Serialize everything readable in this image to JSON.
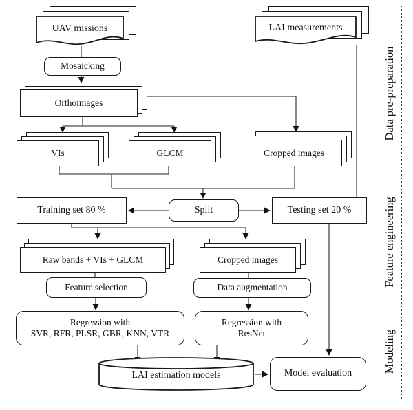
{
  "diagram": {
    "sections": {
      "pre_preparation": "Data pre-preparation",
      "feature_engineering": "Feature engineering",
      "modeling": "Modeling"
    },
    "nodes": {
      "uav_missions": "UAV missions",
      "lai_measurements": "LAI measurements",
      "mosaicking": "Mosaicking",
      "orthoimages": "Orthoimages",
      "vis": "VIs",
      "glcm": "GLCM",
      "cropped_images_top": "Cropped images",
      "training_set": "Training set 80 %",
      "split": "Split",
      "testing_set": "Testing set 20 %",
      "raw_bands": "Raw bands + VIs + GLCM",
      "cropped_images_mid": "Cropped images",
      "feature_selection": "Feature selection",
      "data_augmentation": "Data augmentation",
      "regression_ml_line1": "Regression with",
      "regression_ml_line2": "SVR, RFR, PLSR, GBR, KNN, VTR",
      "regression_resnet_line1": "Regression with",
      "regression_resnet_line2": "ResNet",
      "lai_models": "LAI estimation models",
      "model_evaluation": "Model evaluation"
    },
    "colors": {
      "stroke": "#1a1a1a",
      "connector": "#4a4a4a",
      "fill": "#ffffff"
    }
  }
}
